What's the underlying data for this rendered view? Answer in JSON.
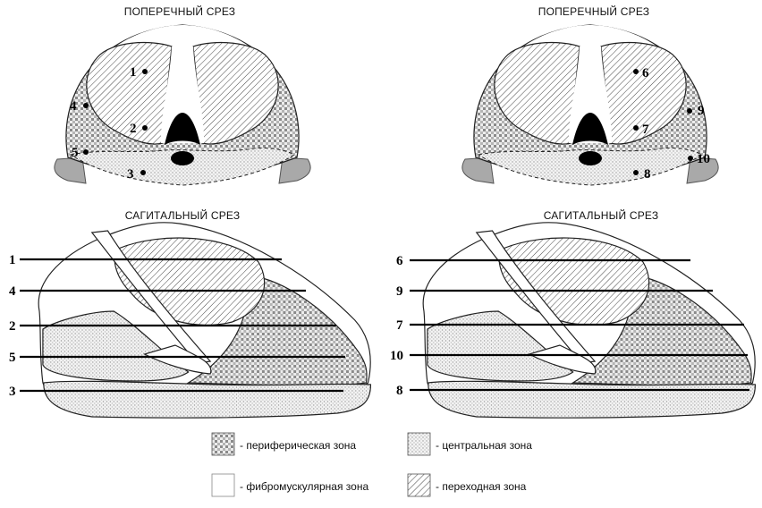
{
  "titles": {
    "transverse_left": "ПОПЕРЕЧНЫЙ СРЕЗ",
    "transverse_right": "ПОПЕРЕЧНЫЙ СРЕЗ",
    "sagittal_left": "САГИТАЛЬНЫЙ СРЕЗ",
    "sagittal_right": "САГИТАЛЬНЫЙ СРЕЗ"
  },
  "transverse_left_points": [
    "1",
    "2",
    "3",
    "4",
    "5"
  ],
  "transverse_right_points": [
    "6",
    "7",
    "8",
    "9",
    "10"
  ],
  "sagittal_left_lines": [
    "1",
    "4",
    "2",
    "5",
    "3"
  ],
  "sagittal_right_lines": [
    "6",
    "9",
    "7",
    "10",
    "8"
  ],
  "legend": {
    "peripheral": "- периферическая зона",
    "central": "- центральная зона",
    "fibromuscular": "- фибромускулярная зона",
    "transition": "- переходная зона"
  }
}
